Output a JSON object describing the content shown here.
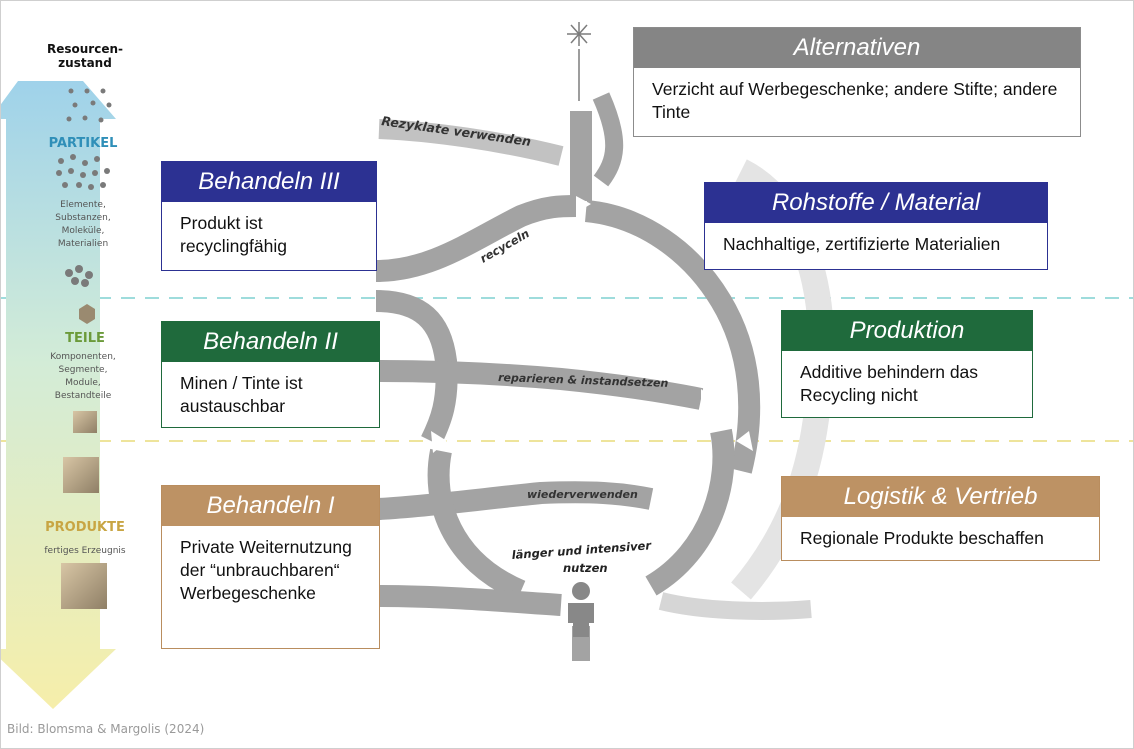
{
  "left_scale": {
    "title_line1": "Resourcen-",
    "title_line2": "zustand",
    "partikel": "PARTIKEL",
    "partikel_desc": [
      "Elemente,",
      "Substanzen,",
      "Moleküle,",
      "Materialien"
    ],
    "teile": "TEILE",
    "teile_desc": [
      "Komponenten,",
      "Segmente,",
      "Module,",
      "Bestandteile"
    ],
    "produkte": "PRODUKTE",
    "produkte_desc": "fertiges Erzeugnis"
  },
  "loops": {
    "rezyklate": "Rezyklate verwenden",
    "recyceln": "recyceln",
    "reparieren": "reparieren & instandsetzen",
    "wiederverwenden": "wiederverwenden",
    "laenger_1": "länger und intensiver",
    "laenger_2": "nutzen"
  },
  "boxes": {
    "alternativen": {
      "title": "Alternativen",
      "text": "Verzicht auf Werbegeschenke; andere Stifte; andere Tinte"
    },
    "behandeln3": {
      "title": "Behandeln III",
      "text": "Produkt ist recyclingfähig"
    },
    "rohstoffe": {
      "title": "Rohstoffe / Material",
      "text": "Nachhaltige, zertifizierte Materialien"
    },
    "behandeln2": {
      "title": "Behandeln II",
      "text": "Minen / Tinte ist austauschbar"
    },
    "produktion": {
      "title": "Produktion",
      "text": "Additive behindern das Recycling nicht"
    },
    "behandeln1": {
      "title": "Behandeln I",
      "text": "Private Weiternutzung der “unbrauchbaren“ Werbegeschenke"
    },
    "logistik": {
      "title": "Logistik & Vertrieb",
      "text": "Regionale Produkte beschaffen"
    }
  },
  "credit": "Bild: Blomsma & Margolis (2024)",
  "colors": {
    "gray": "#858585",
    "blue": "#2c3192",
    "green": "#1f6a3c",
    "tan": "#bd9264",
    "loop": "#9d9d9d",
    "teal_line": "#7fd0d0",
    "yellow_line": "#e8dc7a"
  }
}
